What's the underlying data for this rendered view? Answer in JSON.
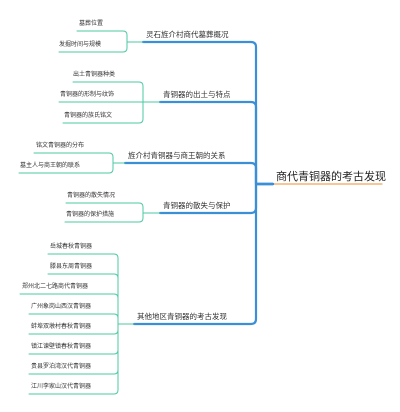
{
  "root": {
    "label": "商代青铜器的考古发现"
  },
  "branches": [
    {
      "label": "灵石旌介村商代墓葬概况",
      "children": [
        "墓葬位置",
        "发掘时间与规模"
      ]
    },
    {
      "label": "青铜器的出土与特点",
      "children": [
        "出土青铜器种类",
        "青铜器的形制与纹饰",
        "青铜器的族氏铭文"
      ]
    },
    {
      "label": "旌介村青铜器与商王朝的关系",
      "children": [
        "铭文青铜器的分布",
        "墓主人与商王朝的联系"
      ]
    },
    {
      "label": "青铜器的散失与保护",
      "children": [
        "青铜器的散失情况",
        "青铜器的保护措施"
      ]
    },
    {
      "label": "其他地区青铜器的考古发现",
      "children": [
        "岳城春秋青铜器",
        "滕县东周青铜器",
        "郑州北二七路商代青铜器",
        "广州象岗山西汉青铜器",
        "蚌埠双墩村春秋青铜器",
        "镇江谏壁镇春秋青铜器",
        "贵县罗泊湾汉代青铜器",
        "江川李家山汉代青铜器"
      ]
    }
  ],
  "colors": {
    "root_line": "#3a8fd6",
    "branch_line": "#3a8fd6",
    "leaf_line": "#4ec9a4",
    "root_underline": "#f4a259"
  }
}
